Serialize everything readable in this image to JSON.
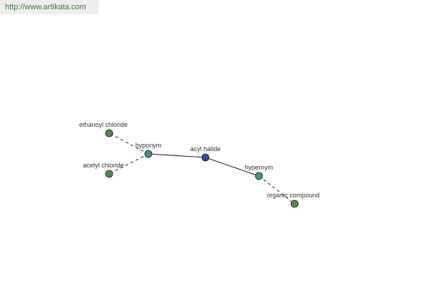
{
  "header": {
    "url": "http://www.artikata.com"
  },
  "colors": {
    "center_node": "#3b4a8c",
    "relation_node": "#4a8e8e",
    "term_node": "#4e8a4e",
    "url_text": "#3d7a3d",
    "url_bar": "#eeeeee"
  },
  "graph": {
    "nodes": [
      {
        "id": "acyl-halide",
        "label": "acyl halide",
        "kind": "center"
      },
      {
        "id": "hyponym",
        "label": "hyponym",
        "kind": "relation"
      },
      {
        "id": "hypernym",
        "label": "hypernym",
        "kind": "relation"
      },
      {
        "id": "ethanoyl-chloride",
        "label": "ethanoyl chloride",
        "kind": "term"
      },
      {
        "id": "acetyl-chloride",
        "label": "acetyl chloride",
        "kind": "term"
      },
      {
        "id": "organic-compound",
        "label": "organic compound",
        "kind": "term"
      }
    ],
    "edges": [
      {
        "from": "acyl-halide",
        "to": "hyponym",
        "style": "solid"
      },
      {
        "from": "acyl-halide",
        "to": "hypernym",
        "style": "solid"
      },
      {
        "from": "hyponym",
        "to": "ethanoyl-chloride",
        "style": "dashed"
      },
      {
        "from": "hyponym",
        "to": "acetyl-chloride",
        "style": "dashed"
      },
      {
        "from": "hypernym",
        "to": "organic-compound",
        "style": "dashed"
      }
    ]
  }
}
